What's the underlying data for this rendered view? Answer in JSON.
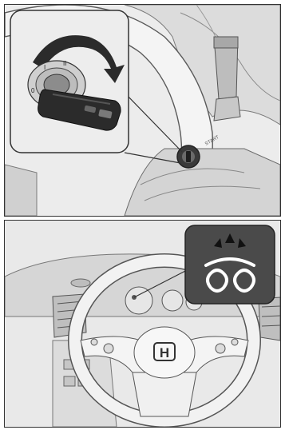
{
  "top_panel": {
    "ignition_positions": [
      "0",
      "I",
      "II"
    ],
    "start_label": "START"
  },
  "bottom_panel": {
    "brand_badge": "H"
  },
  "colors": {
    "panel_background": "#e9e9e9",
    "dashboard": "#cfcfcf",
    "steering_wheel": "#f2f2f2",
    "callout_dark": "#4a4a4a",
    "callout_light": "#ededed",
    "key_body": "#2b2b2b",
    "indicator_icon": "#ffffff"
  },
  "icons": {
    "top": [
      "rotation-arrow-icon",
      "key-icon",
      "ignition-switch-icon"
    ],
    "bottom": [
      "glow-plug-indicator-icon",
      "blink-rays-icon",
      "honda-logo-icon"
    ]
  }
}
